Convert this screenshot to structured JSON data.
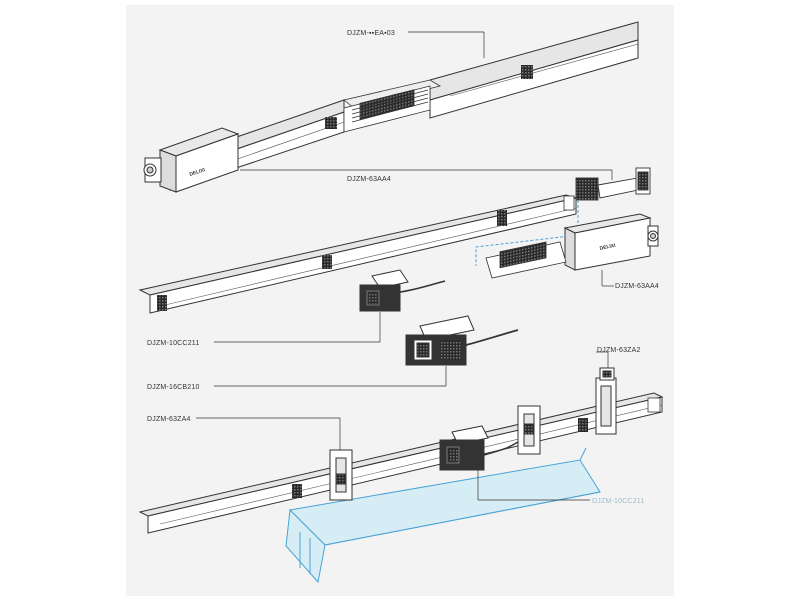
{
  "labels": {
    "top_connector": "DJZM-▪▪EA▪03",
    "feed_unit_a": "DJZM-63AA4",
    "feed_unit_b": "DJZM-63AA4",
    "plug_a": "DJZM-10CC211",
    "plug_b": "DJZM-16CB210",
    "hanger_left": "DJZM-63ZA4",
    "hanger_right": "DJZM-63ZA2",
    "plug_installed": "DJZM-10CC211"
  },
  "logos": {
    "feed_box_top": "DELIXI",
    "feed_box_mid": "DELIXI"
  },
  "colors": {
    "panel": "#f3f3f3",
    "outline": "#333333",
    "body_fill": "#ffffff",
    "rail_top": "#e6e6e6",
    "accent_blue": "#4aa3d6",
    "lighting_fill": "#d7edf5",
    "faded_label": "#9fb8c8"
  }
}
